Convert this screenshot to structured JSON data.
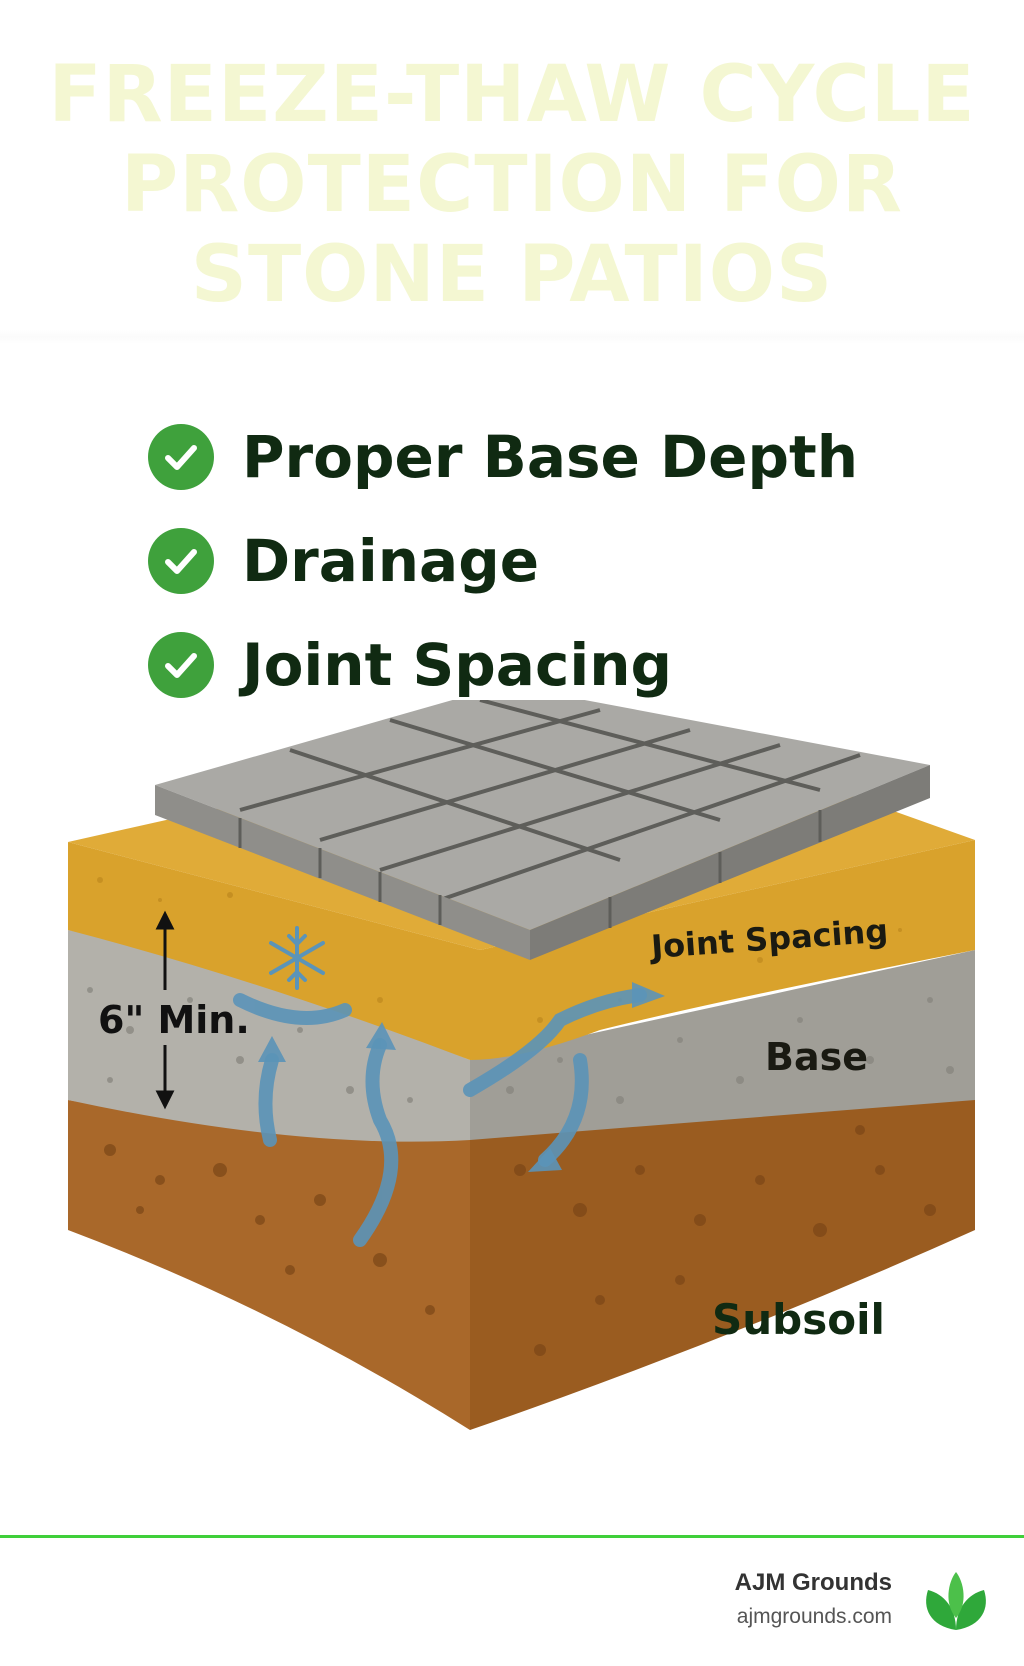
{
  "title_lines": [
    "FREEZE-THAW CYCLE",
    "PROTECTION FOR",
    "STONE PATIOS"
  ],
  "checklist": [
    {
      "label": "Proper Base Depth",
      "icon": "check-circle-icon"
    },
    {
      "label": "Drainage",
      "icon": "check-circle-icon"
    },
    {
      "label": "Joint Spacing",
      "icon": "check-circle-icon"
    }
  ],
  "diagram": {
    "depth_label": "6\" Min.",
    "layers": {
      "joint_spacing": "Joint Spacing",
      "base": "Base",
      "subsoil": "Subsoil"
    },
    "icons": [
      "snowflake-icon",
      "water-flow-arrow-icon",
      "depth-arrow-icon"
    ]
  },
  "brand": {
    "name": "AJM Grounds",
    "url": "ajmgrounds.com",
    "logo": "leaf-logo-icon"
  },
  "colors": {
    "title": "#f4f7d2",
    "check_green": "#3fa13c",
    "heading_text": "#102a12",
    "accent_line": "#3fcf3a",
    "sand": "#d9a22c",
    "gravel": "#a9a7a0",
    "subsoil": "#a86a28",
    "paver": "#9c9c98",
    "water": "#5b94b8"
  }
}
